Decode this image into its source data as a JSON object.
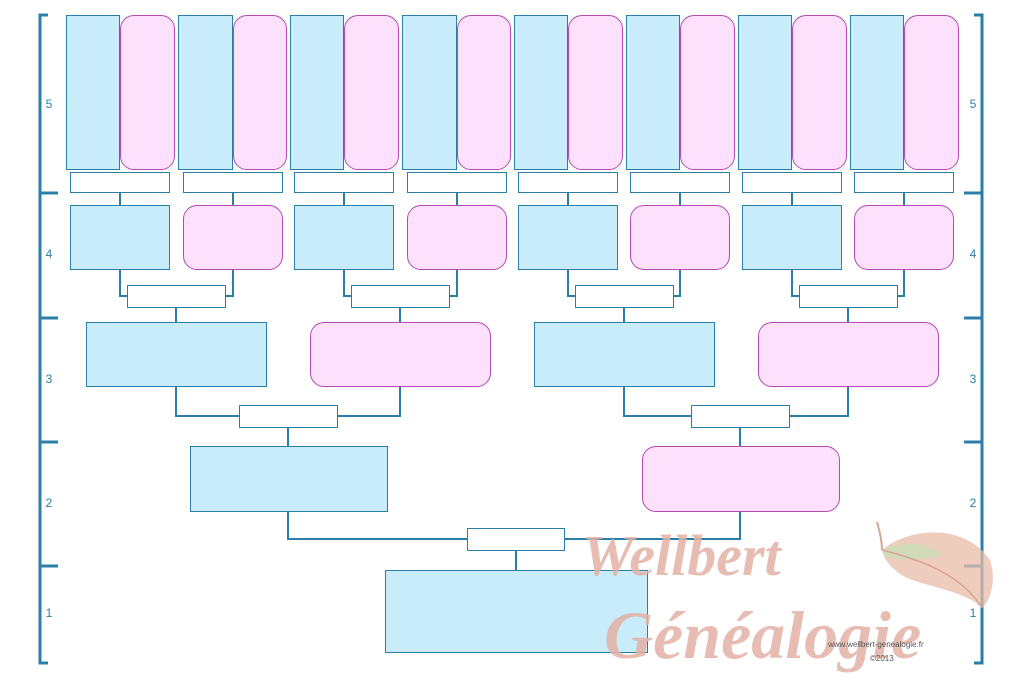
{
  "colors": {
    "male_fill": "#c9ecfb",
    "male_border": "#2a7fa8",
    "female_fill": "#fde0fb",
    "female_border": "#b54ab0",
    "line": "#2a7fa8",
    "watermark": "#e3b2a6"
  },
  "generation_labels": [
    "1",
    "2",
    "3",
    "4",
    "5"
  ],
  "watermark": {
    "line1": "Wellbert",
    "line2": "Généalogie",
    "url": "www.wellbert-genealogie.fr",
    "copyright": "©2013",
    "icon": "leaf-icon"
  }
}
